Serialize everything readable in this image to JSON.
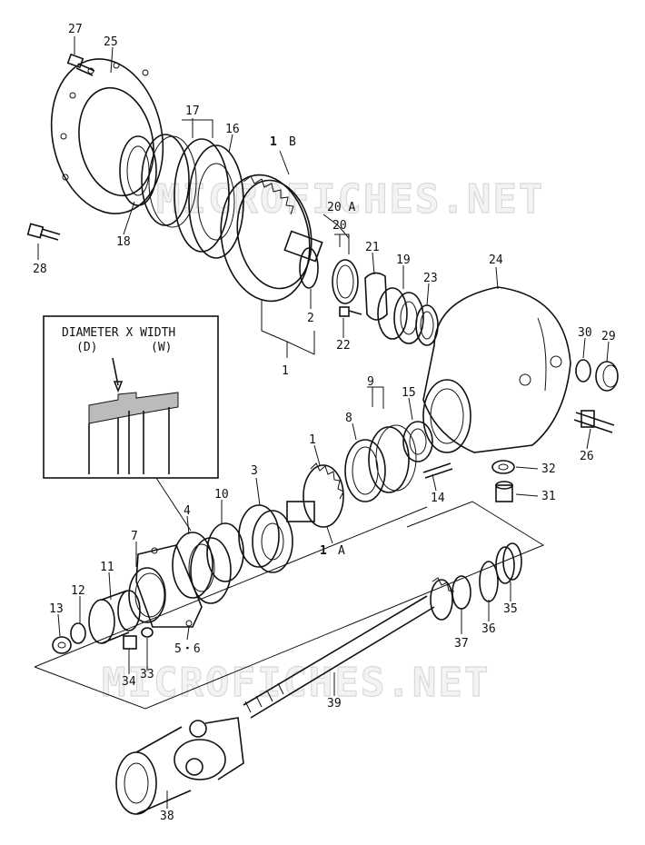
{
  "watermark": "MICROFICHES.NET",
  "inset": {
    "line1": "DIAMETER X WIDTH",
    "d_label": "(D)",
    "w_label": "(W)"
  },
  "callouts": {
    "c27": "27",
    "c25": "25",
    "c17": "17",
    "c16": "16",
    "c1B_num": "1",
    "c1B_letter": "B",
    "c20A": "20 A",
    "c20": "20",
    "c21": "21",
    "c19": "19",
    "c23": "23",
    "c24": "24",
    "c18": "18",
    "c28": "28",
    "c2": "2",
    "c22": "22",
    "c1_top": "1",
    "c30": "30",
    "c29": "29",
    "c9": "9",
    "c15": "15",
    "c8": "8",
    "c26": "26",
    "c32": "32",
    "c14": "14",
    "c31": "31",
    "c1_mid": "1",
    "c3": "3",
    "c10": "10",
    "c4": "4",
    "c1A_num": "1",
    "c1A_letter": "A",
    "c7": "7",
    "c11": "11",
    "c12": "12",
    "c13": "13",
    "c56": "5・6",
    "c33": "33",
    "c34": "34",
    "c35": "35",
    "c36": "36",
    "c37": "37",
    "c39": "39",
    "c38": "38"
  }
}
